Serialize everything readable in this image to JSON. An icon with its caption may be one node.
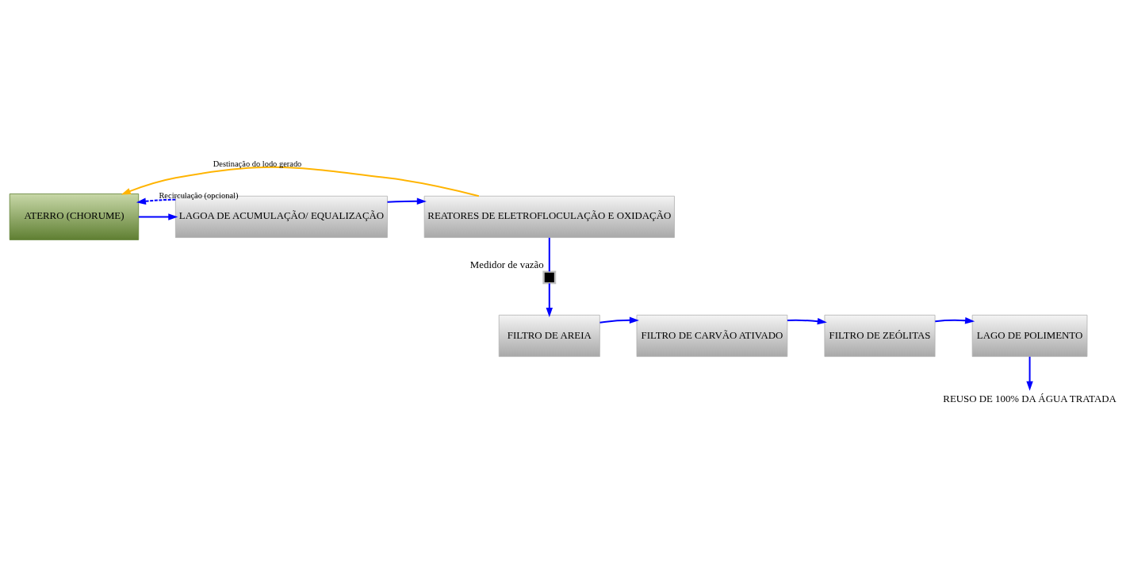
{
  "diagram": {
    "nodes": [
      {
        "text": [
          "ATERRO (CHORUME)"
        ]
      },
      {
        "text": [
          "LAGOA DE ACUMULAÇÃO/ EQUALIZAÇÃO"
        ]
      },
      {
        "text": [
          "REATORES DE ELETROFLOCULAÇÃO E OXIDAÇÃO"
        ]
      },
      {
        "text": [],
        "shape": "box",
        "beside": [
          "Medidor de vazão"
        ]
      },
      {
        "text": [
          "FILTRO DE AREIA"
        ]
      },
      {
        "text": [
          "FILTRO DE CARVÃO ATIVADO"
        ]
      },
      {
        "text": [
          "FILTRO DE ZEÓLITAS"
        ]
      },
      {
        "text": [
          "LAGO DE POLIMENTO"
        ]
      },
      {
        "text": [
          "REUSO DE 100% DA ÁGUA TRATADA"
        ]
      }
    ],
    "edges": [
      {
        "from": 0,
        "to": 1,
        "arrow": "to"
      },
      {
        "from": 1,
        "to": 2,
        "arrow": "to"
      },
      {
        "from": 1,
        "to": 0,
        "arrow": "to",
        "label": "Recirculação (opcional)",
        "style": "dashed"
      },
      {
        "from": 2,
        "to": 0,
        "arrow": "to",
        "label": "Destinação do lodo gerado",
        "color": "#ffb400"
      },
      {
        "from": 2,
        "to": 3,
        "arrow": "none"
      },
      {
        "from": 3,
        "to": 4,
        "arrow": "to"
      },
      {
        "from": 4,
        "to": 5,
        "arrow": "to"
      },
      {
        "from": 5,
        "to": 6,
        "arrow": "to"
      },
      {
        "from": 6,
        "to": 7,
        "arrow": "to"
      },
      {
        "from": 7,
        "to": 8,
        "arrow": "to"
      }
    ]
  }
}
